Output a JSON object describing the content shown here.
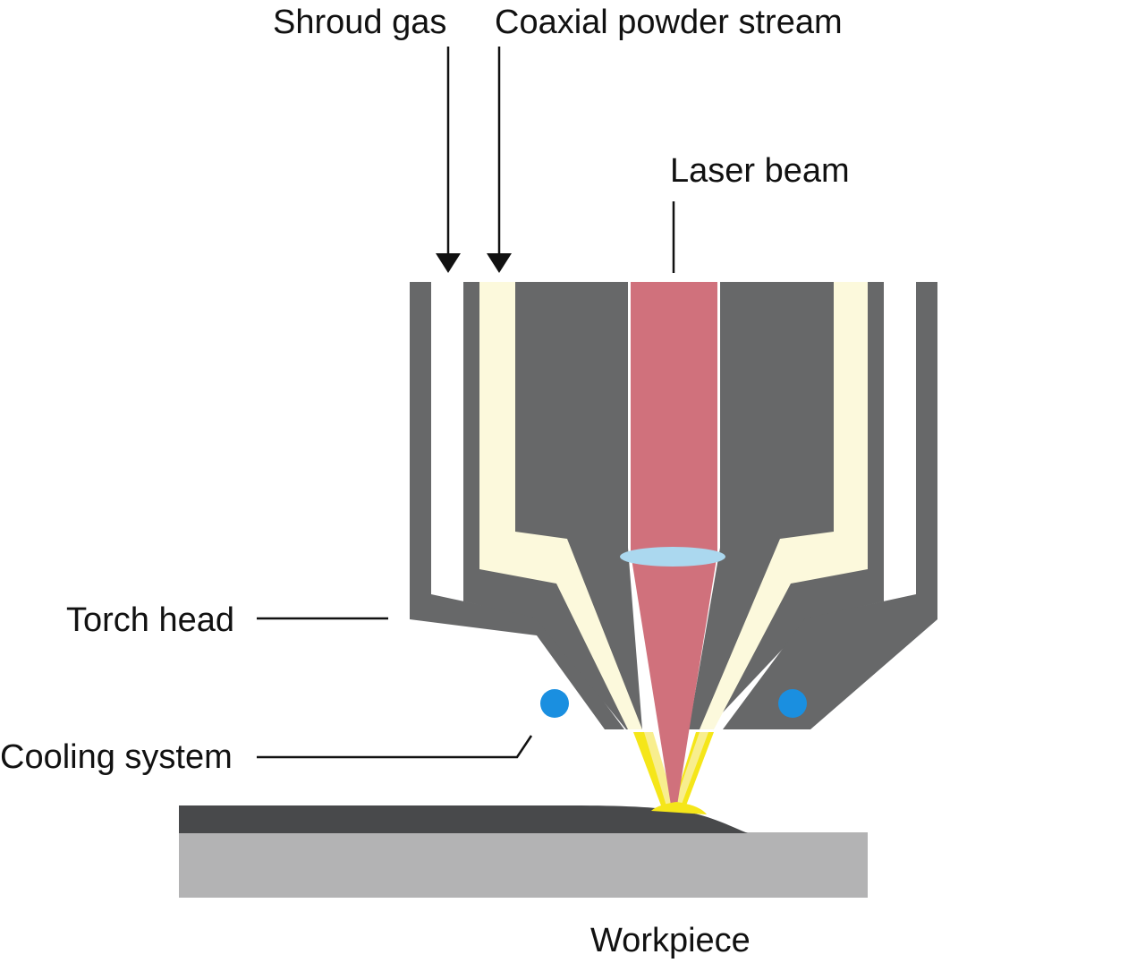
{
  "labels": {
    "shroud_gas": "Shroud gas",
    "powder_stream": "Coaxial powder stream",
    "laser_beam": "Laser beam",
    "torch_head": "Torch head",
    "cooling_system": "Cooling system",
    "workpiece": "Workpiece"
  },
  "colors": {
    "torch_body": "#676869",
    "shroud_channel": "#ffffff",
    "powder": "#fcf9dc",
    "powder_jet": "#f5e619",
    "powder_jet_light": "#f8ee8e",
    "laser": "#d0717c",
    "lens": "#abd8ef",
    "coolant": "#1a8fe0",
    "clad_layer": "#48494b",
    "workpiece": "#b3b3b4",
    "leader": "#111111"
  }
}
